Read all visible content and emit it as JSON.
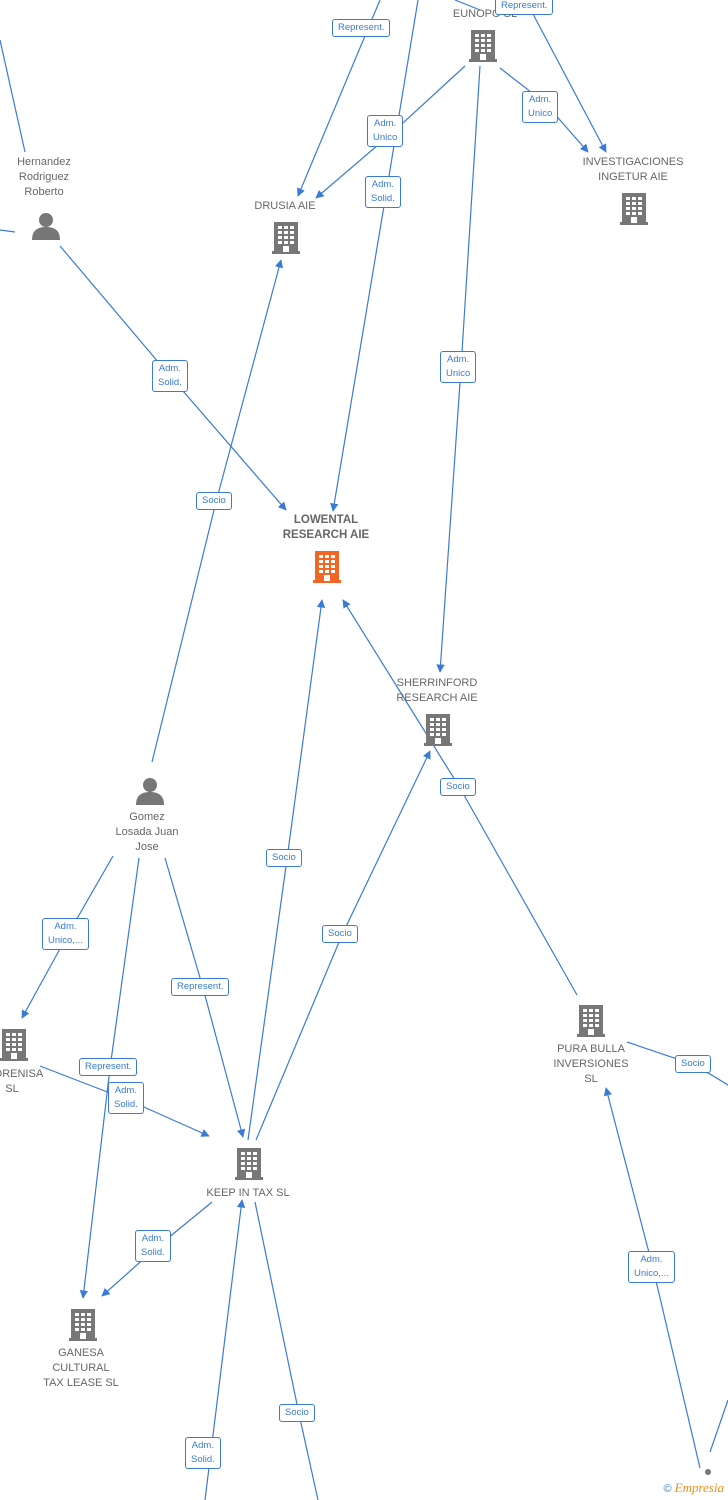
{
  "colors": {
    "edge": "#3a7bd5",
    "company_icon": "#777777",
    "focus_icon": "#f26522",
    "person_icon": "#777777",
    "label_text": "#666666"
  },
  "nodes": {
    "eunopo": {
      "label": "EUNOPO  SL"
    },
    "investigaciones": {
      "label": "INVESTIGACIONES\nINGETUR AIE"
    },
    "hernandez": {
      "label": "Hernandez\nRodriguez\nRoberto"
    },
    "drusia": {
      "label": "DRUSIA  AIE"
    },
    "lowental": {
      "label": "LOWENTAL\nRESEARCH AIE"
    },
    "sherrinford": {
      "label": "SHERRINFORD\nRESEARCH  AIE"
    },
    "gomez": {
      "label": "Gomez\nLosada Juan\nJose"
    },
    "aldrenisa": {
      "label": "ALDRENISA\nSL"
    },
    "keepintax": {
      "label": "KEEP IN TAX  SL"
    },
    "purabulla": {
      "label": "PURA BULLA\nINVERSIONES\nSL"
    },
    "ganesa": {
      "label": "GANESA\nCULTURAL\nTAX LEASE  SL"
    }
  },
  "edge_labels": {
    "e1": "Represent.",
    "e2": "Represent.",
    "e3": "Adm.\nUnico",
    "e4": "Adm.\nUnico",
    "e5": "Adm.\nSolid.",
    "e6": "Adm.\nUnico",
    "e7": "Adm.\nSolid.",
    "e8": "Socio",
    "e9": "Socio",
    "e10": "Socio",
    "e11": "Socio",
    "e12": "Adm.\nUnico,...",
    "e13": "Represent.",
    "e14": "Represent.",
    "e15": "Adm.\nSolid.",
    "e16": "Adm.\nSolid.",
    "e17": "Socio",
    "e18": "Adm.\nUnico,...",
    "e19": "Adm.\nSolid.",
    "e20": "Socio"
  },
  "footer": {
    "copyright": "©",
    "brand": "Empresia"
  }
}
